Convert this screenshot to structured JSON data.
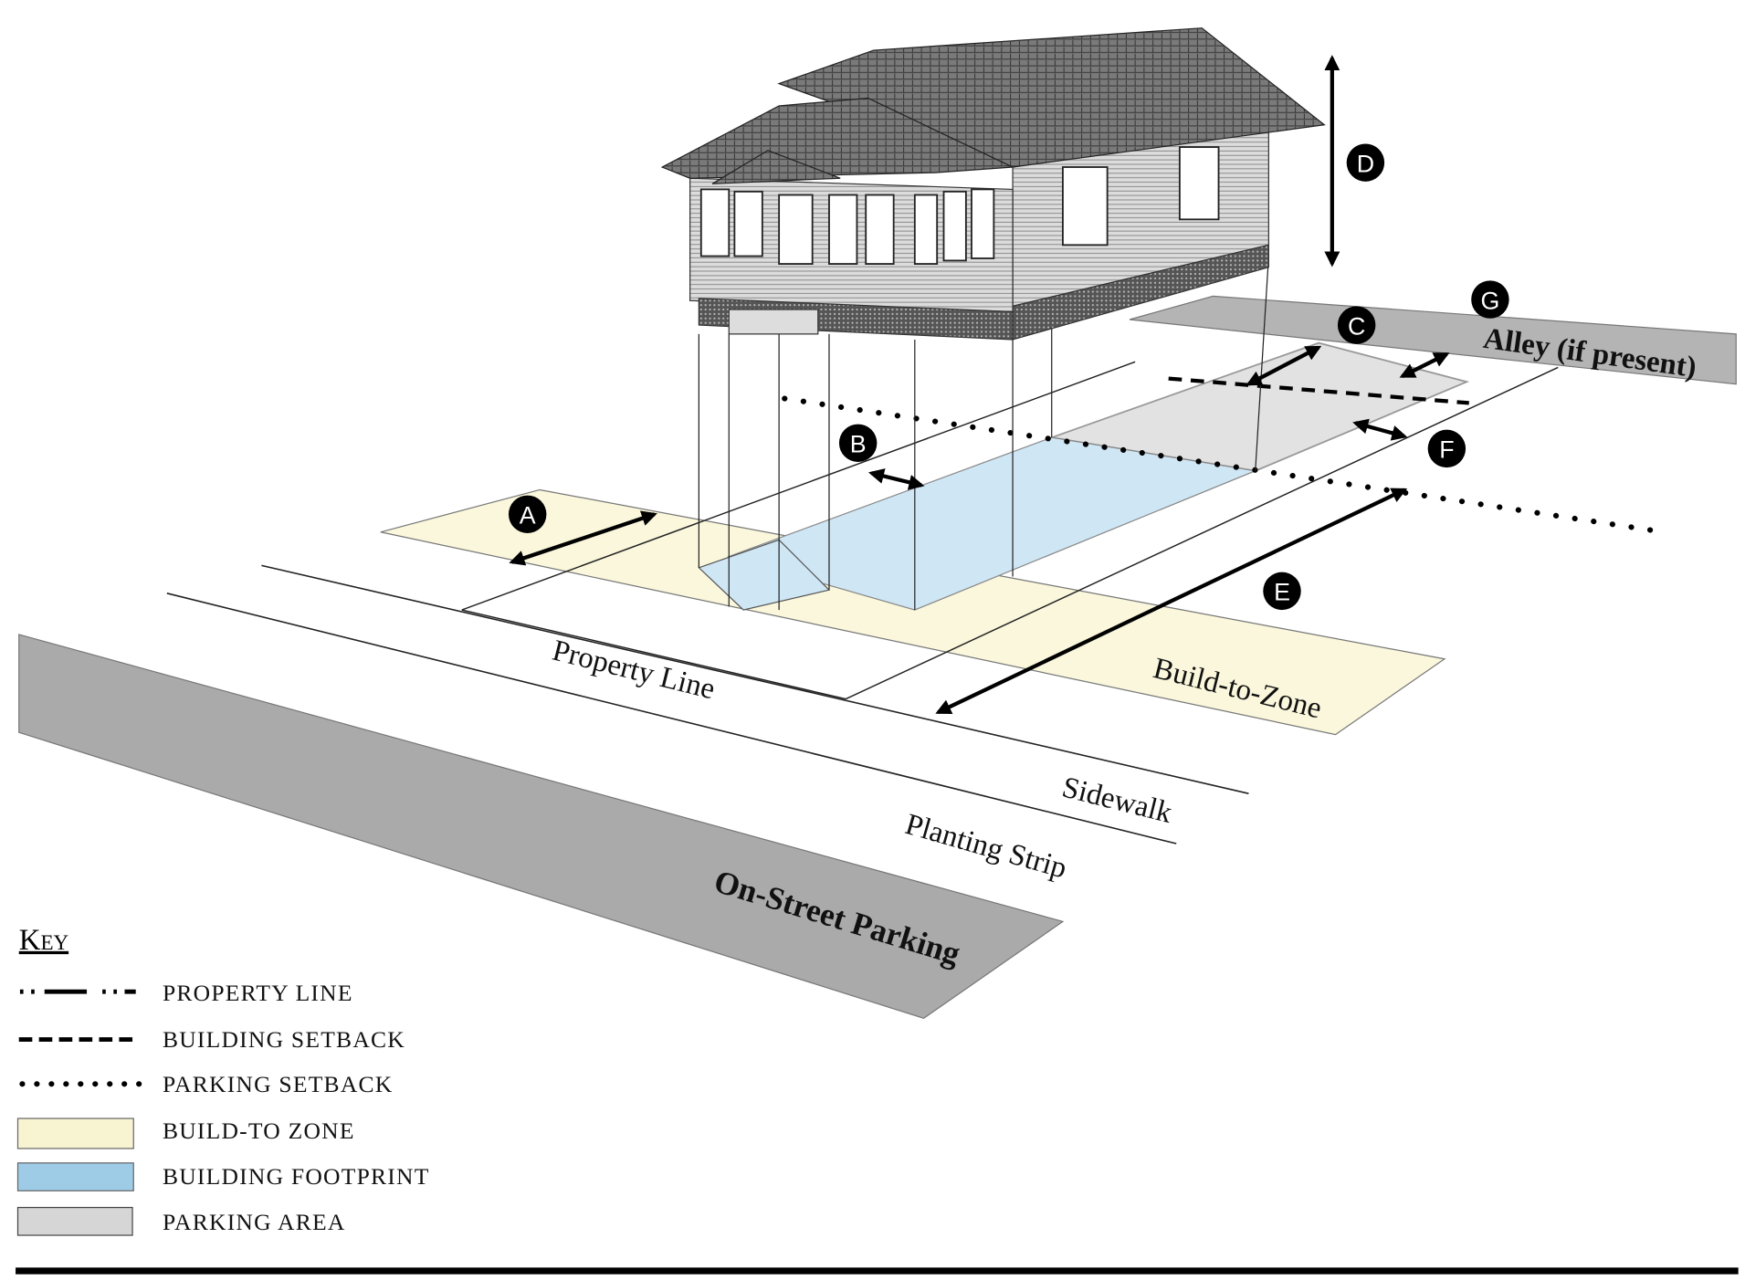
{
  "labels": {
    "property_line": "Property Line",
    "build_to_zone": "Build-to-Zone",
    "sidewalk": "Sidewalk",
    "planting_strip": "Planting Strip",
    "on_street_parking": "On-Street Parking",
    "alley": "Alley (if present)"
  },
  "markers": [
    "A",
    "B",
    "C",
    "D",
    "E",
    "F",
    "G"
  ],
  "key": {
    "title": "Key",
    "items": [
      {
        "label": "PROPERTY LINE",
        "symbol": "dash-dot-line"
      },
      {
        "label": "BUILDING SETBACK",
        "symbol": "dashed-line"
      },
      {
        "label": "PARKING SETBACK",
        "symbol": "dotted-line"
      },
      {
        "label": "BUILD-TO ZONE",
        "symbol": "swatch",
        "color": "#f8f4d2"
      },
      {
        "label": "BUILDING FOOTPRINT",
        "symbol": "swatch",
        "color": "#9ecbe6"
      },
      {
        "label": "PARKING AREA",
        "symbol": "swatch",
        "color": "#d6d6d6"
      }
    ]
  },
  "colors": {
    "build_to_zone": "#faf7dc",
    "building_footprint": "#cfe6f4",
    "parking_area": "#e2e2e2",
    "street": "#aaaaaa",
    "alley": "#b4b4b4"
  }
}
